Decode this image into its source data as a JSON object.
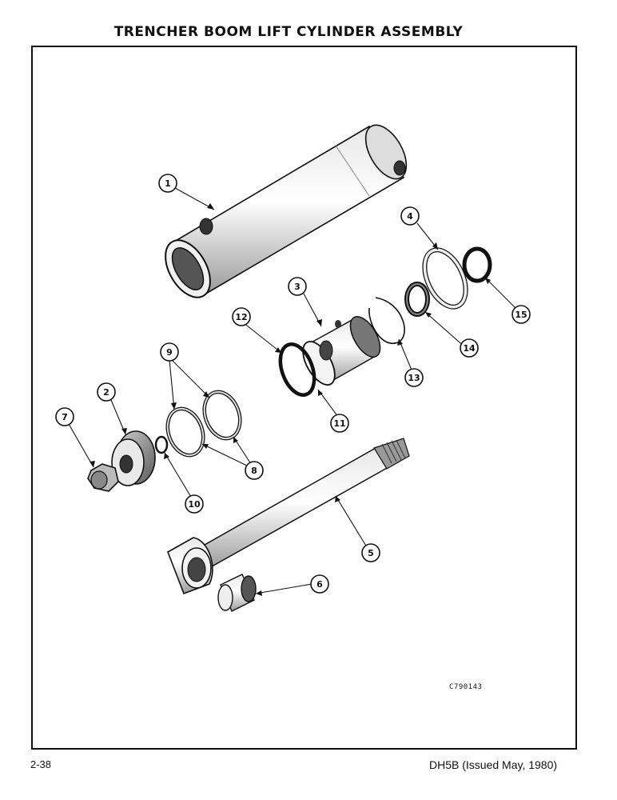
{
  "title": "TRENCHER BOOM LIFT CYLINDER ASSEMBLY",
  "figure_code": "C790143",
  "footer": {
    "page_number": "2-38",
    "publication": "DH5B (Issued May, 1980)"
  },
  "callouts": [
    {
      "id": "callout-1",
      "label": "1"
    },
    {
      "id": "callout-2",
      "label": "2"
    },
    {
      "id": "callout-3",
      "label": "3"
    },
    {
      "id": "callout-4",
      "label": "4"
    },
    {
      "id": "callout-5",
      "label": "5"
    },
    {
      "id": "callout-6",
      "label": "6"
    },
    {
      "id": "callout-7",
      "label": "7"
    },
    {
      "id": "callout-8",
      "label": "8"
    },
    {
      "id": "callout-9",
      "label": "9"
    },
    {
      "id": "callout-10",
      "label": "10"
    },
    {
      "id": "callout-11",
      "label": "11"
    },
    {
      "id": "callout-12",
      "label": "12"
    },
    {
      "id": "callout-13",
      "label": "13"
    },
    {
      "id": "callout-14",
      "label": "14"
    },
    {
      "id": "callout-15",
      "label": "15"
    }
  ]
}
